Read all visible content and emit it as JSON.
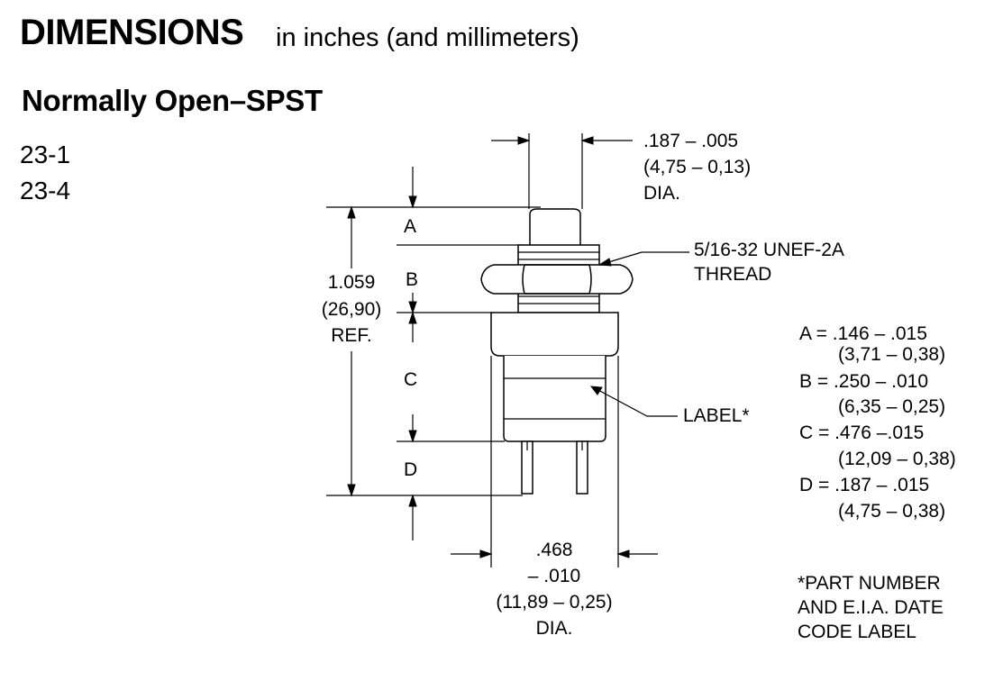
{
  "header": {
    "title": "DIMENSIONS",
    "subtitle": "in inches (and millimeters)"
  },
  "section": {
    "title": "Normally Open–SPST",
    "part_numbers": [
      "23-1",
      "23-4"
    ]
  },
  "drawing": {
    "cap_dia": [
      ".187 – .005",
      "(4,75 – 0,13)",
      "DIA."
    ],
    "thread": [
      "5/16-32  UNEF-2A",
      "THREAD"
    ],
    "overall": [
      "1.059",
      "(26,90)",
      "REF."
    ],
    "body_dia": [
      ".468",
      "– .010",
      "(11,89 – 0,25)",
      "DIA."
    ],
    "label_callout": "LABEL*",
    "dim_letters": [
      "A",
      "B",
      "C",
      "D"
    ]
  },
  "legend": [
    {
      "letter_value": "A = .146 – .015",
      "mm": "(3,71 – 0,38)"
    },
    {
      "letter_value": "B = .250 – .010",
      "mm": "(6,35 – 0,25)"
    },
    {
      "letter_value": "C = .476 –.015",
      "mm": "(12,09 – 0,38)"
    },
    {
      "letter_value": "D = .187 – .015",
      "mm": "(4,75 – 0,38)"
    }
  ],
  "footnote": [
    "*PART NUMBER",
    "AND E.I.A. DATE",
    "CODE LABEL"
  ]
}
